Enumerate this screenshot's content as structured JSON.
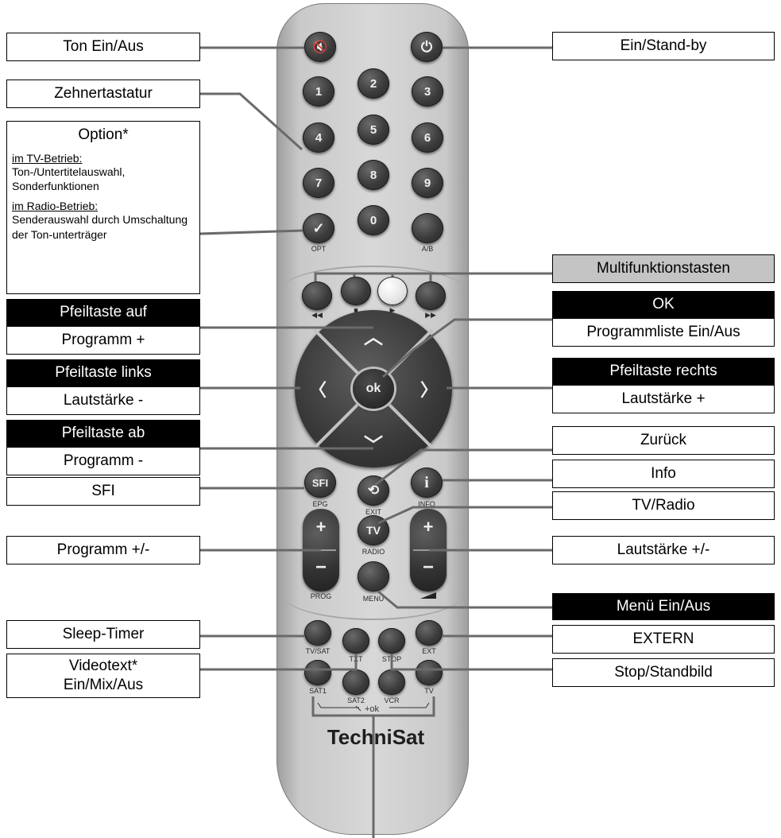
{
  "brand": "TechniSat",
  "buttons": {
    "mute_icon": "🔇",
    "power_icon": "⏻",
    "digits": [
      "1",
      "2",
      "3",
      "4",
      "5",
      "6",
      "7",
      "8",
      "9",
      "0"
    ],
    "opt_icon": "✓",
    "opt_label": "OPT",
    "ab_label": "A/B",
    "rew_icon": "◀◀",
    "stop_icon": "■",
    "play_icon": "▶",
    "ffw_icon": "▶▶",
    "up_icon": "︿",
    "down_icon": "﹀",
    "left_icon": "〈",
    "right_icon": "〉",
    "ok_label": "ok",
    "sfi_label": "SFI",
    "epg_label": "EPG",
    "exit_label": "EXIT",
    "info_icon": "i",
    "info_label": "INFO",
    "tv_label": "TV",
    "radio_label": "RADIO",
    "menu_label": "MENU",
    "prog_label": "PROG",
    "plus": "+",
    "minus": "−",
    "tvsat_label": "TV/SAT",
    "txt_label": "TXT",
    "stop_label": "STOP",
    "ext_label": "EXT",
    "sat1_label": "SAT1",
    "sat2_label": "SAT2",
    "vcr_label": "VCR",
    "tvb_label": "TV",
    "plus_ok": "+ok"
  },
  "labels": {
    "ton": "Ton Ein/Aus",
    "zehner": "Zehnertastatur",
    "option_title": "Option*",
    "option_tv_head": "im TV-Betrieb:",
    "option_tv_text": "Ton-/Untertitelauswahl, Sonderfunktionen",
    "option_radio_head": "im Radio-Betrieb:",
    "option_radio_text": "Senderauswahl durch Umschaltung der Ton-unterträger",
    "pfeil_auf": "Pfeiltaste auf",
    "prog_plus": "Programm +",
    "pfeil_links": "Pfeiltaste links",
    "laut_minus": "Lautstärke -",
    "pfeil_ab": "Pfeiltaste ab",
    "prog_minus": "Programm -",
    "sfi": "SFI",
    "prog_pm": "Programm +/-",
    "sleep": "Sleep-Timer",
    "videotext_1": "Videotext*",
    "videotext_2": "Ein/Mix/Aus",
    "standby": "Ein/Stand-by",
    "multi": "Multifunktionstasten",
    "ok": "OK",
    "proglist": "Programmliste Ein/Aus",
    "pfeil_rechts": "Pfeiltaste rechts",
    "laut_plus": "Lautstärke +",
    "zurueck": "Zurück",
    "info": "Info",
    "tvradio": "TV/Radio",
    "laut_pm": "Lautstärke +/-",
    "menu": "Menü Ein/Aus",
    "extern": "EXTERN",
    "stopbild": "Stop/Standbild"
  }
}
